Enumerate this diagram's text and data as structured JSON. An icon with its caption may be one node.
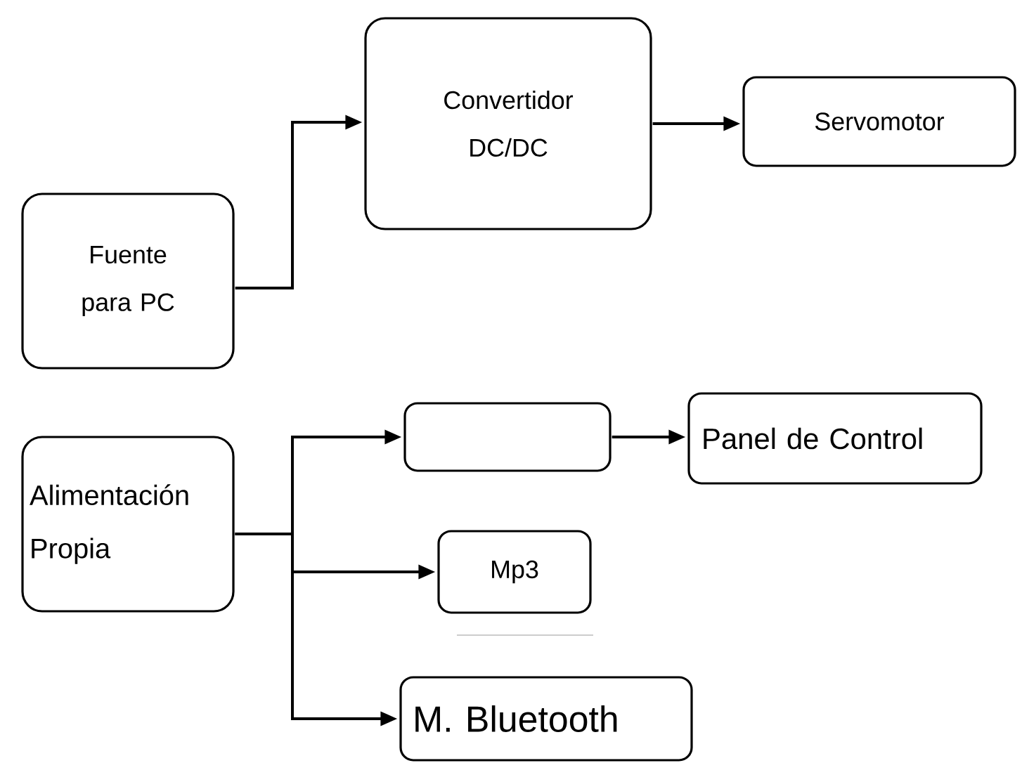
{
  "diagram": {
    "nodes": [
      {
        "text": [
          "Fuente para PC"
        ]
      },
      {
        "text": [
          "Convertidor DC/DC"
        ]
      },
      {
        "text": [
          "Servomotor"
        ]
      },
      {
        "text": [
          "Alimentación Propia"
        ]
      },
      {
        "text": [],
        "shape": "box"
      },
      {
        "text": [
          "Panel de Control"
        ]
      },
      {
        "text": [
          "Mp3"
        ]
      },
      {
        "text": [
          "M. Bluetooth"
        ]
      }
    ],
    "edges": [
      {
        "from": 0,
        "to": 1,
        "arrow": "to"
      },
      {
        "from": 1,
        "to": 2,
        "arrow": "to"
      },
      {
        "from": 3,
        "to": 4,
        "arrow": "to"
      },
      {
        "from": 3,
        "to": 6,
        "arrow": "to"
      },
      {
        "from": 3,
        "to": 7,
        "arrow": "to"
      },
      {
        "from": 4,
        "to": 5,
        "arrow": "to"
      }
    ]
  }
}
